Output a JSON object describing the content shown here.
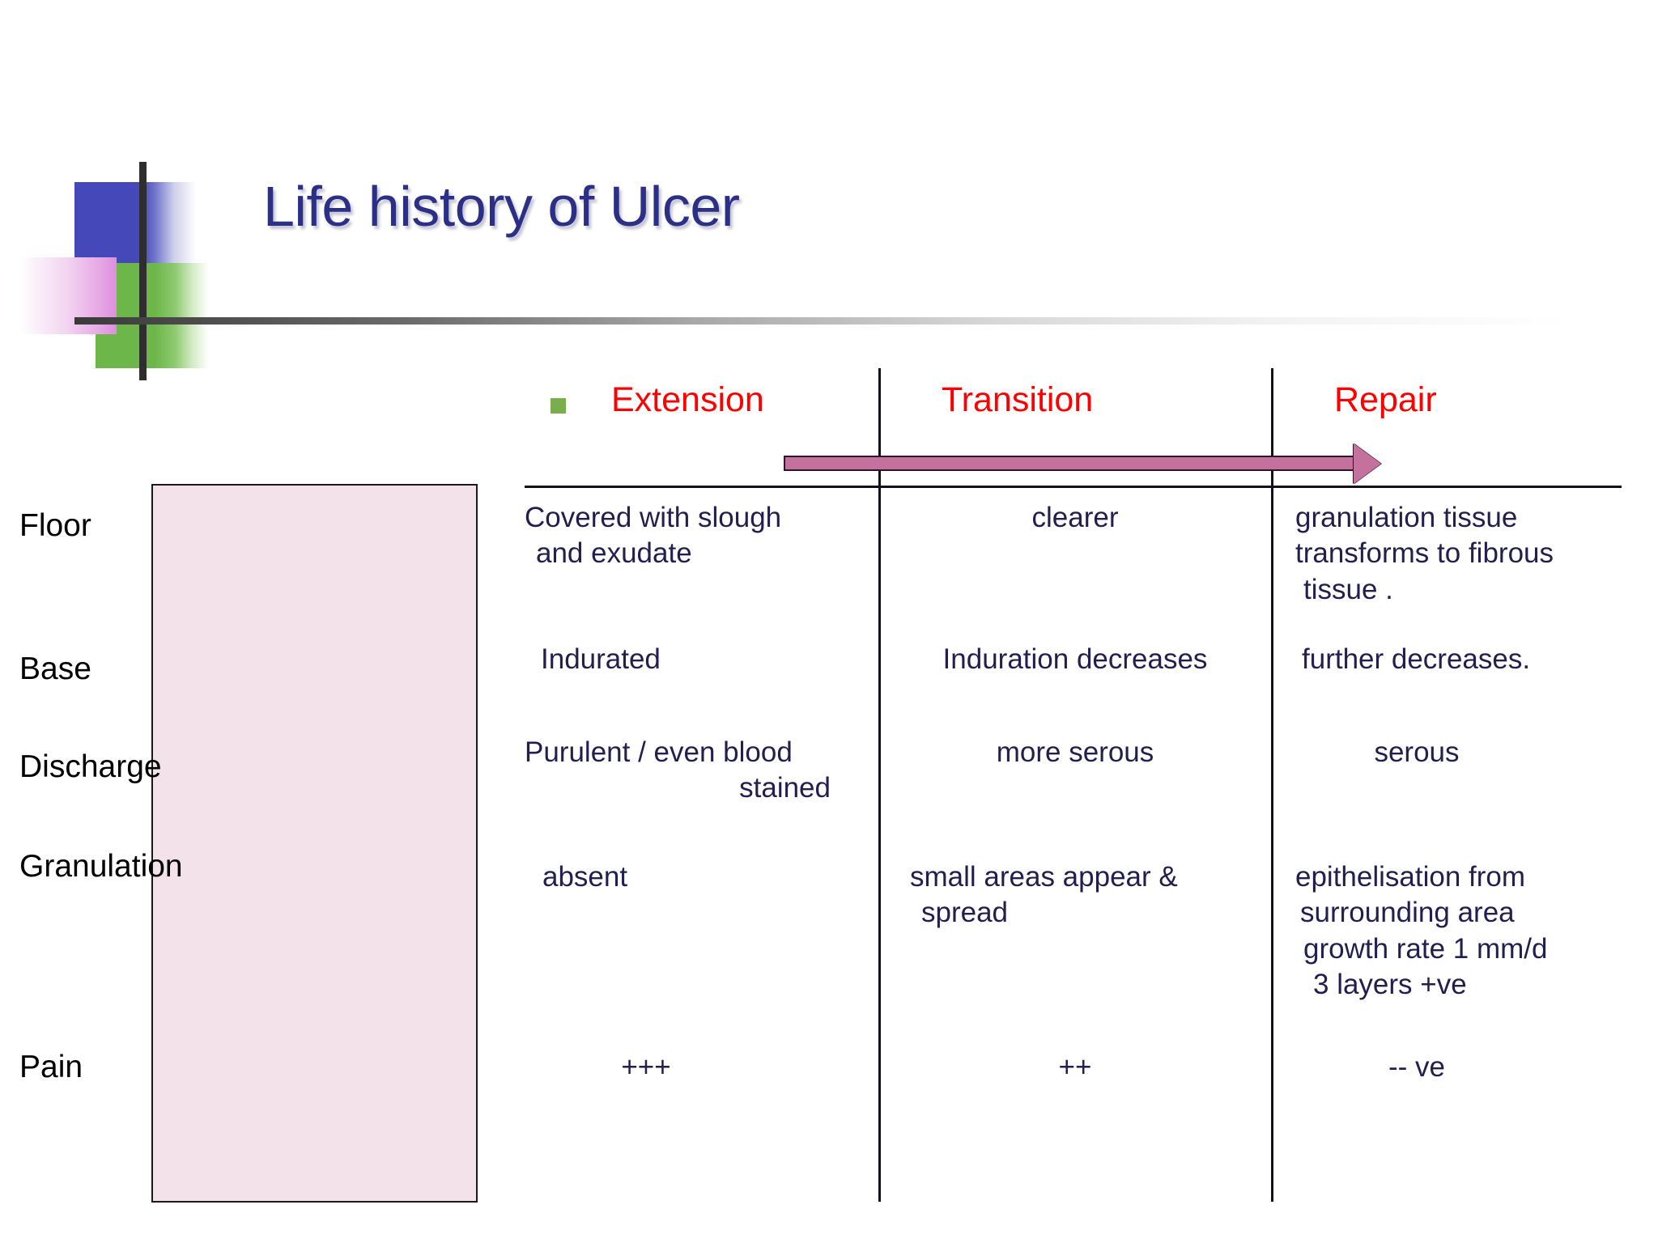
{
  "slide": {
    "title": "Life history of Ulcer",
    "title_color": "#2c2f86",
    "header_color": "#fe0000",
    "body_color": "#221f4f",
    "label_panel_color": "#f4e2ea",
    "arrow_color": "#c4719e",
    "bullet_color": "#7aae4c"
  },
  "columns": {
    "extension": "Extension",
    "transition": "Transition",
    "repair": "Repair"
  },
  "row_labels": {
    "floor": "Floor",
    "base": "Base",
    "discharge": "Discharge",
    "granulation": "Granulation",
    "pain": "Pain"
  },
  "cells": {
    "floor": {
      "extension_line1": "Covered with slough",
      "extension_line2": "and exudate",
      "transition": "clearer",
      "repair_line1": "granulation tissue",
      "repair_line2": "transforms to fibrous",
      "repair_line3": "tissue ."
    },
    "base": {
      "extension": "Indurated",
      "transition": "Induration decreases",
      "repair": "further  decreases."
    },
    "discharge": {
      "extension_line1": "Purulent / even blood",
      "extension_line2": "stained",
      "transition": "more serous",
      "repair": "serous"
    },
    "granulation": {
      "extension": "absent",
      "transition_line1": "small areas appear &",
      "transition_line2": "spread",
      "repair_line1": "epithelisation from",
      "repair_line2": "surrounding area",
      "repair_line3": "growth rate 1 mm/d",
      "repair_line4": "3 layers  +ve"
    },
    "pain": {
      "extension": "+++",
      "transition": "++",
      "repair": "-- ve"
    }
  }
}
